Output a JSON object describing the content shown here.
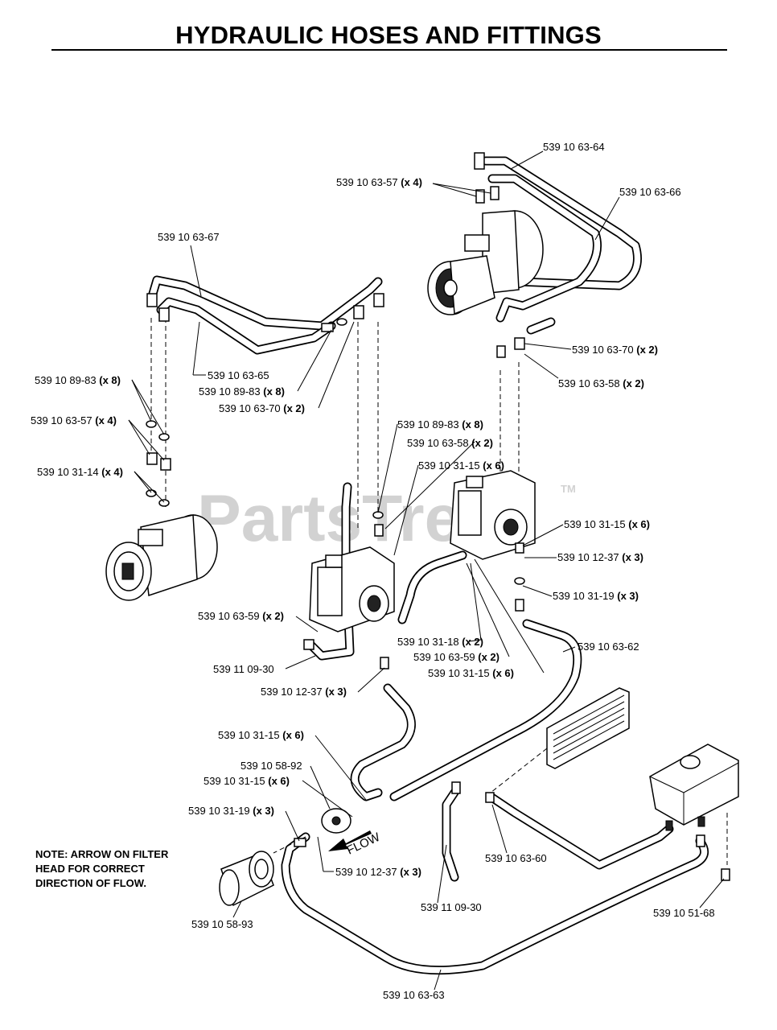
{
  "title": "HYDRAULIC HOSES AND FITTINGS",
  "watermark": "PartsTree",
  "watermark_tm": "TM",
  "note": [
    "NOTE: ARROW ON FILTER",
    "HEAD FOR CORRECT",
    "DIRECTION OF FLOW."
  ],
  "flow_label": "FLOW",
  "callouts": [
    {
      "part": "539 10 63-64",
      "qty": ""
    },
    {
      "part": "539 10 63-57",
      "qty": "(x 4)"
    },
    {
      "part": "539 10 63-66",
      "qty": ""
    },
    {
      "part": "539 10 63-67",
      "qty": ""
    },
    {
      "part": "539 10 63-70",
      "qty": "(x 2)"
    },
    {
      "part": "539 10 63-58",
      "qty": "(x 2)"
    },
    {
      "part": "539 10 63-65",
      "qty": ""
    },
    {
      "part": "539 10 89-83",
      "qty": "(x 8)"
    },
    {
      "part": "539 10 89-83",
      "qty": "(x 8)"
    },
    {
      "part": "539 10 63-70",
      "qty": "(x 2)"
    },
    {
      "part": "539 10 63-57",
      "qty": "(x 4)"
    },
    {
      "part": "539 10 89-83",
      "qty": "(x 8)"
    },
    {
      "part": "539 10 63-58",
      "qty": "(x 2)"
    },
    {
      "part": "539 10 31-14",
      "qty": "(x 4)"
    },
    {
      "part": "539 10 31-15",
      "qty": "(x 6)"
    },
    {
      "part": "539 10 31-15",
      "qty": "(x 6)"
    },
    {
      "part": "539 10 12-37",
      "qty": "(x 3)"
    },
    {
      "part": "539 10 31-19",
      "qty": "(x 3)"
    },
    {
      "part": "539 10 63-59",
      "qty": "(x 2)"
    },
    {
      "part": "539 10 31-18",
      "qty": "(x 2)"
    },
    {
      "part": "539 10 63-62",
      "qty": ""
    },
    {
      "part": "539 10 63-59",
      "qty": "(x 2)"
    },
    {
      "part": "539 11 09-30",
      "qty": ""
    },
    {
      "part": "539 10 31-15",
      "qty": "(x 6)"
    },
    {
      "part": "539 10 12-37",
      "qty": "(x 3)"
    },
    {
      "part": "539 10 31-15",
      "qty": "(x 6)"
    },
    {
      "part": "539 10 58-92",
      "qty": ""
    },
    {
      "part": "539 10 31-15",
      "qty": "(x 6)"
    },
    {
      "part": "539 10 31-19",
      "qty": "(x 3)"
    },
    {
      "part": "539 10 63-60",
      "qty": ""
    },
    {
      "part": "539 10 12-37",
      "qty": "(x 3)"
    },
    {
      "part": "539 10 58-93",
      "qty": ""
    },
    {
      "part": "539 11 09-30",
      "qty": ""
    },
    {
      "part": "539 10 51-68",
      "qty": ""
    },
    {
      "part": "539 10 63-63",
      "qty": ""
    }
  ]
}
